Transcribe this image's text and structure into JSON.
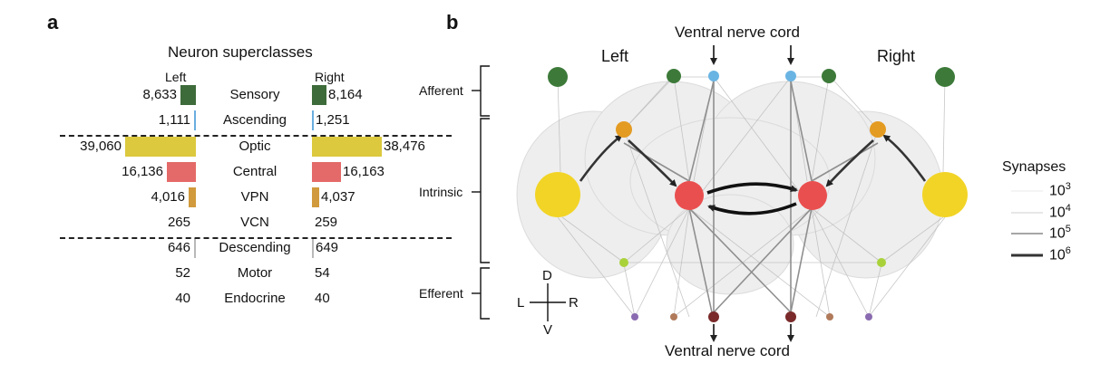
{
  "panel_a": {
    "letter": "a",
    "title": "Neuron superclasses",
    "left_label": "Left",
    "right_label": "Right",
    "colors": {
      "Sensory": "#3d6b3a",
      "Ascending": "#6aaee0",
      "Optic": "#dcc93e",
      "Central": "#e36a68",
      "VPN": "#d19a3c",
      "VCN": "#9a9a9a",
      "Descending": "#b9b9b9",
      "Motor": "#9a9a9a",
      "Endocrine": "#9a9a9a"
    },
    "rows": [
      {
        "name": "Sensory",
        "left": "8,633",
        "right": "8,164",
        "left_value": 8633,
        "right_value": 8164
      },
      {
        "name": "Ascending",
        "left": "1,111",
        "right": "1,251",
        "left_value": 1111,
        "right_value": 1251
      },
      {
        "name": "Optic",
        "left": "39,060",
        "right": "38,476",
        "left_value": 39060,
        "right_value": 38476
      },
      {
        "name": "Central",
        "left": "16,136",
        "right": "16,163",
        "left_value": 16136,
        "right_value": 16163
      },
      {
        "name": "VPN",
        "left": "4,016",
        "right": "4,037",
        "left_value": 4016,
        "right_value": 4037
      },
      {
        "name": "VCN",
        "left": "265",
        "right": "259",
        "left_value": 265,
        "right_value": 259
      },
      {
        "name": "Descending",
        "left": "646",
        "right": "649",
        "left_value": 646,
        "right_value": 649
      },
      {
        "name": "Motor",
        "left": "52",
        "right": "54",
        "left_value": 52,
        "right_value": 54
      },
      {
        "name": "Endocrine",
        "left": "40",
        "right": "40",
        "left_value": 40,
        "right_value": 40
      }
    ]
  },
  "panel_b": {
    "letter": "b",
    "top_label": "Ventral nerve cord",
    "bottom_label": "Ventral nerve cord",
    "left_label": "Left",
    "right_label": "Right",
    "groups": {
      "afferent": "Afferent",
      "intrinsic": "Intrinsic",
      "efferent": "Efferent"
    },
    "compass": {
      "d": "D",
      "v": "V",
      "l": "L",
      "r": "R"
    },
    "legend": {
      "title": "Synapses",
      "items": [
        {
          "base": "10",
          "exp": "3"
        },
        {
          "base": "10",
          "exp": "4"
        },
        {
          "base": "10",
          "exp": "5"
        },
        {
          "base": "10",
          "exp": "6"
        }
      ]
    },
    "node_colors": {
      "sensory": "#3d7a3a",
      "ascending": "#6ab4e3",
      "optic": "#f2d426",
      "central": "#ea4f4f",
      "vpn": "#e49b22",
      "vcn": "#a9d23a",
      "descending": "#7a2a2a",
      "motor": "#b07a5a",
      "endocrine": "#8a6ab0"
    }
  }
}
